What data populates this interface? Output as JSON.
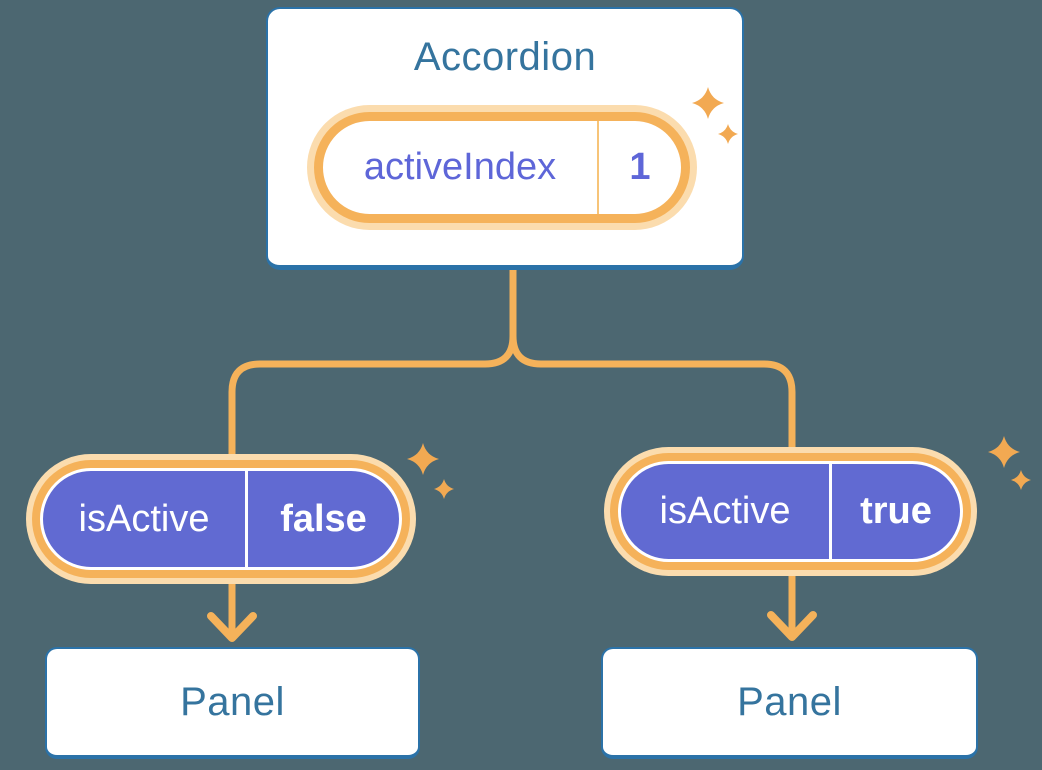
{
  "canvas": {
    "background_color": "#4C6771"
  },
  "colors": {
    "card_background": "#FFFFFF",
    "blue_border": "#2B72A8",
    "blue_text": "#35749E",
    "purple_fill": "#616AD2",
    "purple_text": "#5E66D8",
    "connector_orange": "#F5B25A",
    "orange_pale_glow": "#FBDCAE",
    "pill_divider_orange": "#F7C478",
    "sparkle_orange": "#F2A952",
    "pill_text_white": "#FFFFFF"
  },
  "accordion_card": {
    "title": "Accordion",
    "state_pill": {
      "label": "activeIndex",
      "value": "1"
    }
  },
  "branches": {
    "left": {
      "prop_pill": {
        "label": "isActive",
        "value": "false"
      },
      "panel_title": "Panel"
    },
    "right": {
      "prop_pill": {
        "label": "isActive",
        "value": "true"
      },
      "panel_title": "Panel"
    }
  },
  "icons": {
    "sparkle": "four-point-sparkle",
    "arrowhead": "down-arrow-chevron"
  }
}
